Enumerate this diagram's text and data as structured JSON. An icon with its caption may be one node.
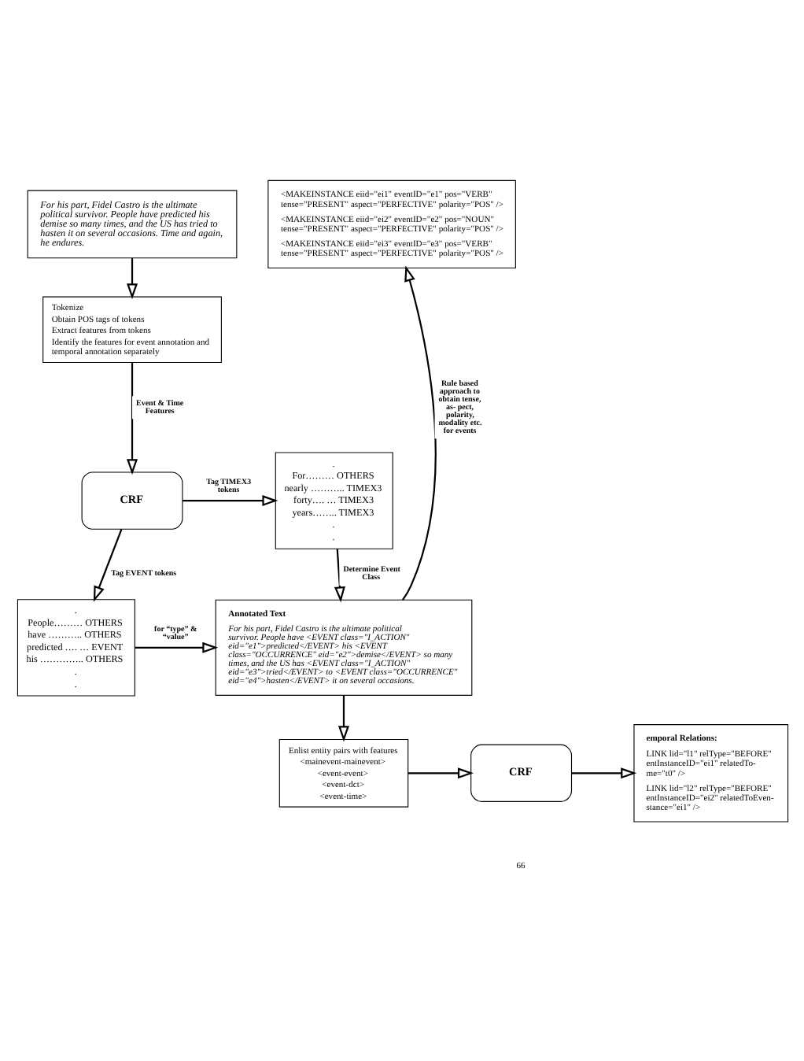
{
  "diagram": {
    "nodes": [
      {
        "text": [
          "For his part, Fidel Castro is the ultimate political survivor. People have predicted his demise so many times, and the US has tried to hasten it on several occasions. Time and again, he endures."
        ]
      },
      {
        "text": [
          "Tokenize",
          "Obtain POS tags of tokens",
          "Extract features from tokens",
          "Identify the features for event annotation and temporal annotation separately"
        ]
      },
      {
        "text": [
          "CRF"
        ]
      },
      {
        "text": [
          ".",
          "For……… OTHERS",
          "nearly ……….. TIMEX3",
          "forty…. … TIMEX3",
          "years…….. TIMEX3",
          ".",
          "."
        ]
      },
      {
        "text": [
          "<MAKEINSTANCE eiid=\"ei1\" eventID=\"e1\" pos=\"VERB\" tense=\"PRESENT\" aspect=\"PERFECTIVE\" polarity=\"POS\" />",
          "<MAKEINSTANCE eiid=\"ei2\" eventID=\"e2\" pos=\"NOUN\" tense=\"PRESENT\" aspect=\"PERFECTIVE\" polarity=\"POS\" />",
          "<MAKEINSTANCE eiid=\"ei3\" eventID=\"e3\" pos=\"VERB\" tense=\"PRESENT\" aspect=\"PERFECTIVE\" polarity=\"POS\" />"
        ]
      },
      {
        "text": [
          ".",
          "People……… OTHERS",
          "have ……….. OTHERS",
          "predicted …. … EVENT",
          "his ………….. OTHERS",
          ".",
          "."
        ]
      },
      {
        "text": [
          "Annotated Text",
          "For his part, Fidel Castro is the ultimate political survivor. People have <EVENT class=\"I_ACTION\" eid=\"e1\">predicted</EVENT> his <EVENT class=\"OCCURRENCE\" eid=\"e2\">demise</EVENT> so many times, and the US has <EVENT class=\"I_ACTION\" eid=\"e3\">tried</EVENT> to <EVENT class=\"OCCURRENCE\" eid=\"e4\">hasten</EVENT> it on several occasions."
        ]
      },
      {
        "text": [
          "emporal Relations:",
          "LINK lid=\"l1\" relType=\"BEFORE\" entInstanceID=\"ei1\" relatedTo- me=\"t0\" />",
          "LINK lid=\"l2\" relType=\"BEFORE\" entInstanceID=\"ei2\" relatedToEven- stance=\"ei1\" />"
        ]
      },
      {
        "text": [
          "CRF"
        ]
      },
      {
        "text": [
          "Enlist entity pairs with features",
          "<mainevent-mainevent>",
          "<event-event>",
          "<event-dct>",
          "<event-time>"
        ]
      }
    ],
    "edges": [
      {
        "from": 0,
        "to": 1,
        "arrow": "to"
      },
      {
        "from": 1,
        "to": 2,
        "arrow": "to",
        "label": "Event & Time Features"
      },
      {
        "from": 2,
        "to": 3,
        "arrow": "to",
        "label": "Tag TIMEX3 tokens"
      },
      {
        "from": 2,
        "to": 5,
        "arrow": "to",
        "label": "Tag EVENT tokens"
      },
      {
        "from": 3,
        "to": 6,
        "arrow": "to",
        "label": "Determine Event Class"
      },
      {
        "from": 6,
        "to": 4,
        "arrow": "to",
        "label": "Rule based approach to obtain tense, as- pect, polarity, modality etc. for events"
      },
      {
        "from": 5,
        "to": 6,
        "arrow": "to",
        "label": "for “type” & “value”"
      },
      {
        "from": 6,
        "to": 9,
        "arrow": "to"
      },
      {
        "from": 9,
        "to": 8,
        "arrow": "to"
      },
      {
        "from": 8,
        "to": 7,
        "arrow": "to"
      }
    ],
    "labels": [
      "66"
    ]
  }
}
